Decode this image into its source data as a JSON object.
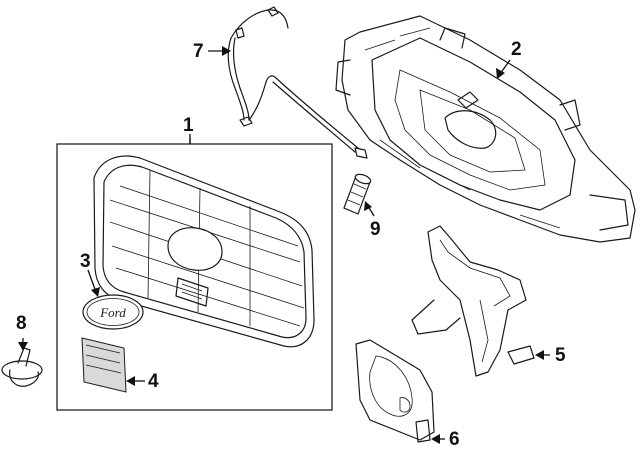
{
  "callouts": [
    {
      "id": "1",
      "label": "1"
    },
    {
      "id": "2",
      "label": "2"
    },
    {
      "id": "3",
      "label": "3"
    },
    {
      "id": "4",
      "label": "4"
    },
    {
      "id": "5",
      "label": "5"
    },
    {
      "id": "6",
      "label": "6"
    },
    {
      "id": "7",
      "label": "7"
    },
    {
      "id": "8",
      "label": "8"
    },
    {
      "id": "9",
      "label": "9"
    }
  ],
  "emblem": {
    "text": "Ford"
  },
  "colors": {
    "line": "#1a1a1a",
    "shade": "#d9d9d9",
    "background": "#ffffff"
  }
}
